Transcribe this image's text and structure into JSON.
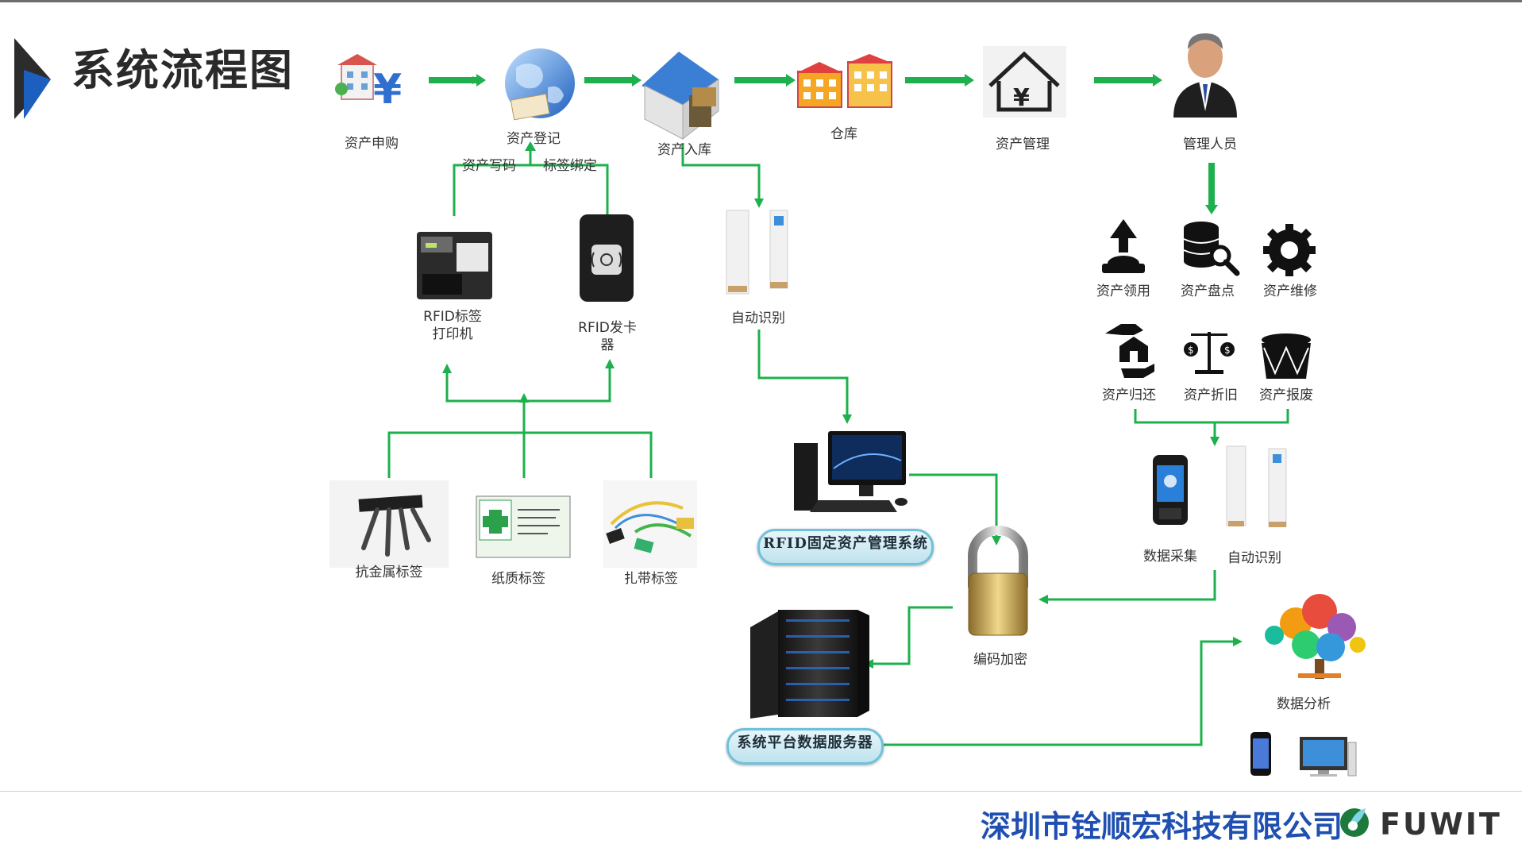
{
  "title": "系统流程图",
  "top_flow": {
    "purchase": "资产申购",
    "register": "资产登记",
    "inbound": "资产入库",
    "warehouse": "仓库",
    "manage": "资产管理",
    "manager": "管理人员"
  },
  "write_code": "资产写码",
  "bind_tag": "标签绑定",
  "printer": "RFID标签打印机",
  "card_issuer": "RFID发卡器",
  "auto_id": "自动识别",
  "tags": {
    "metal": "抗金属标签",
    "paper": "纸质标签",
    "cable": "扎带标签"
  },
  "asset_system": "RFID固定资产管理系统",
  "encrypt": "编码加密",
  "server": "系统平台数据服务器",
  "actions": {
    "receive": "资产领用",
    "inventory": "资产盘点",
    "repair": "资产维修",
    "return": "资产归还",
    "depreciation": "资产折旧",
    "scrap": "资产报废"
  },
  "data_collect": "数据采集",
  "auto_id2": "自动识别",
  "data_analysis": "数据分析",
  "company": "深圳市铨顺宏科技有限公司",
  "brand": "FUWIT",
  "colors": {
    "arrow": "#1db04c",
    "company": "#1f4fb0",
    "pill_border": "#6fc1d9"
  }
}
